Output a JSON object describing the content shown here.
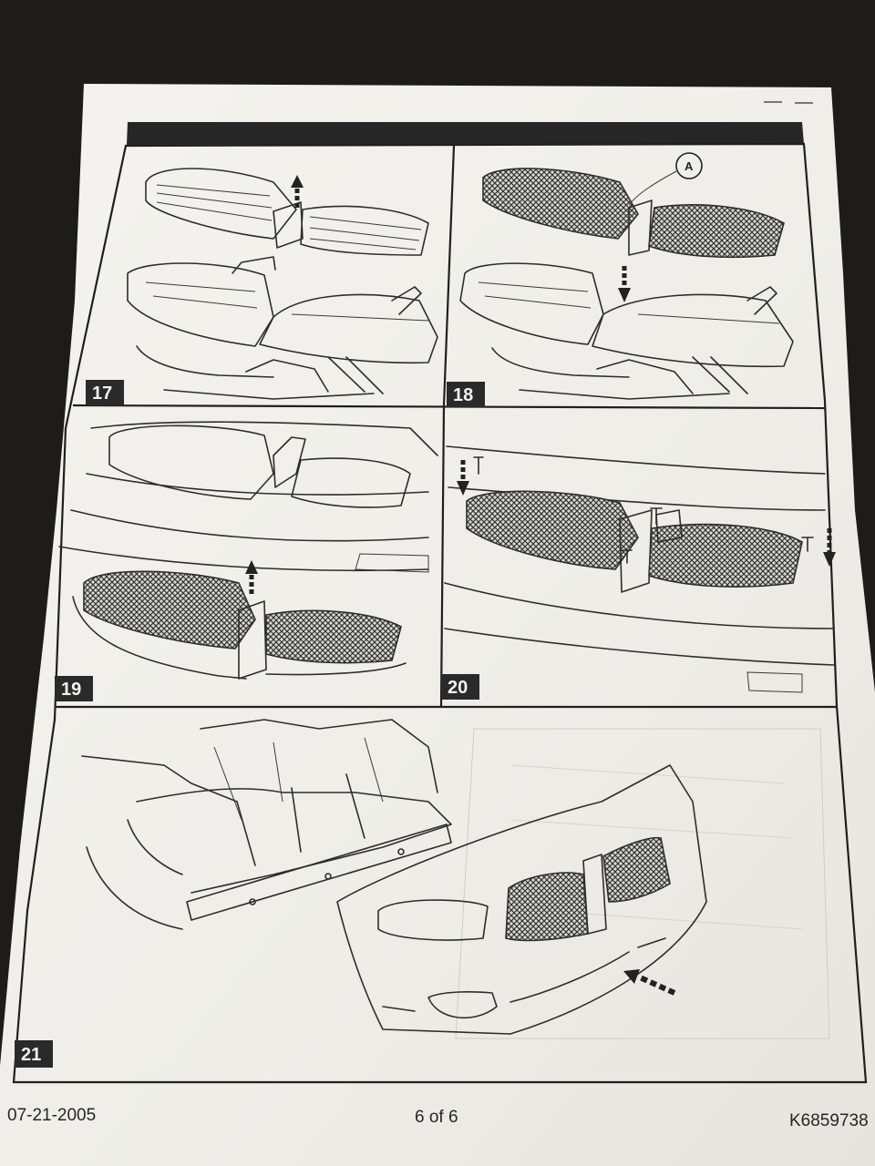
{
  "panels": [
    {
      "number": "17"
    },
    {
      "number": "18",
      "callout": "A"
    },
    {
      "number": "19"
    },
    {
      "number": "20"
    },
    {
      "number": "21"
    }
  ],
  "footer": {
    "date": "07-21-2005",
    "page": "6 of 6",
    "doc_code": "K6859738"
  },
  "colors": {
    "paper": "#f1f0ec",
    "ink": "#2d2d2d",
    "background": "#1d1c1a"
  }
}
